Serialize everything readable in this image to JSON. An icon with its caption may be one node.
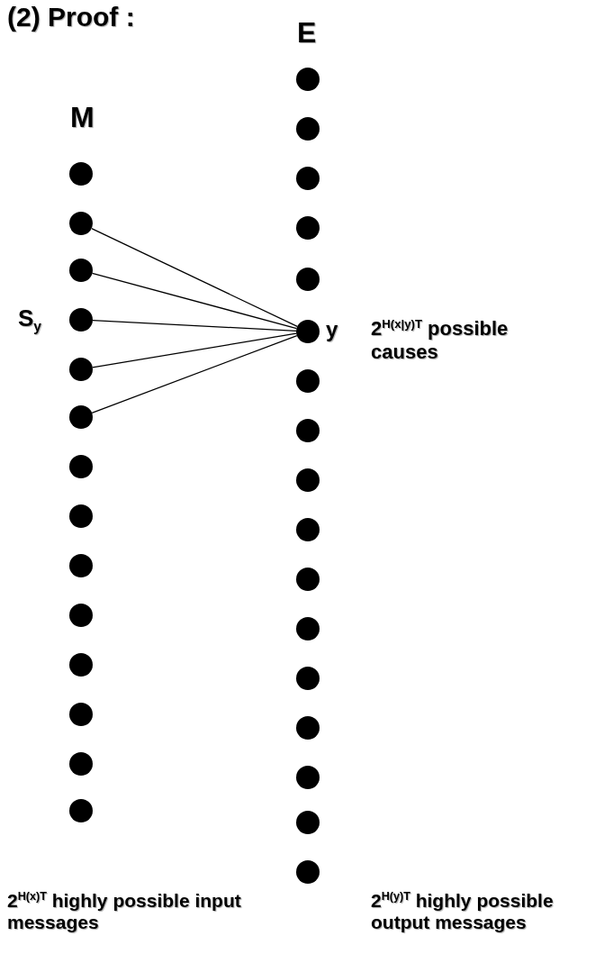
{
  "diagram": {
    "title": "(2) Proof :",
    "nodes": [
      {
        "text": [],
        "shape": "circle"
      },
      {
        "text": [],
        "shape": "circle"
      },
      {
        "text": [],
        "shape": "circle"
      },
      {
        "text": [],
        "shape": "circle"
      },
      {
        "text": [],
        "shape": "circle"
      },
      {
        "text": [],
        "shape": "circle"
      },
      {
        "text": [],
        "shape": "circle"
      },
      {
        "text": [],
        "shape": "circle"
      },
      {
        "text": [],
        "shape": "circle"
      },
      {
        "text": [],
        "shape": "circle"
      },
      {
        "text": [],
        "shape": "circle"
      },
      {
        "text": [],
        "shape": "circle"
      },
      {
        "text": [],
        "shape": "circle"
      },
      {
        "text": [],
        "shape": "circle"
      },
      {
        "text": [],
        "shape": "circle"
      },
      {
        "text": [],
        "shape": "circle"
      },
      {
        "text": [],
        "shape": "circle"
      },
      {
        "text": [],
        "shape": "circle"
      },
      {
        "text": [],
        "shape": "circle"
      },
      {
        "text": [],
        "shape": "circle",
        "beside": [
          "y"
        ]
      },
      {
        "text": [],
        "shape": "circle"
      },
      {
        "text": [],
        "shape": "circle"
      },
      {
        "text": [],
        "shape": "circle"
      },
      {
        "text": [],
        "shape": "circle"
      },
      {
        "text": [],
        "shape": "circle"
      },
      {
        "text": [],
        "shape": "circle"
      },
      {
        "text": [],
        "shape": "circle"
      },
      {
        "text": [],
        "shape": "circle"
      },
      {
        "text": [],
        "shape": "circle"
      },
      {
        "text": [],
        "shape": "circle"
      },
      {
        "text": [],
        "shape": "circle"
      }
    ],
    "edges": [
      {
        "from": 1,
        "to": 19,
        "arrow": "none"
      },
      {
        "from": 2,
        "to": 19,
        "arrow": "none"
      },
      {
        "from": 3,
        "to": 19,
        "arrow": "none"
      },
      {
        "from": 4,
        "to": 19,
        "arrow": "none"
      },
      {
        "from": 5,
        "to": 19,
        "arrow": "none"
      }
    ],
    "labels": [
      "E",
      "M",
      "S$_{y}$",
      "2$^{H(x|y)T}$ possible causes",
      "2$^{H(x)T}$ highly possible input messages",
      "2$^{H(y)T}$ highly possible output messages"
    ]
  }
}
